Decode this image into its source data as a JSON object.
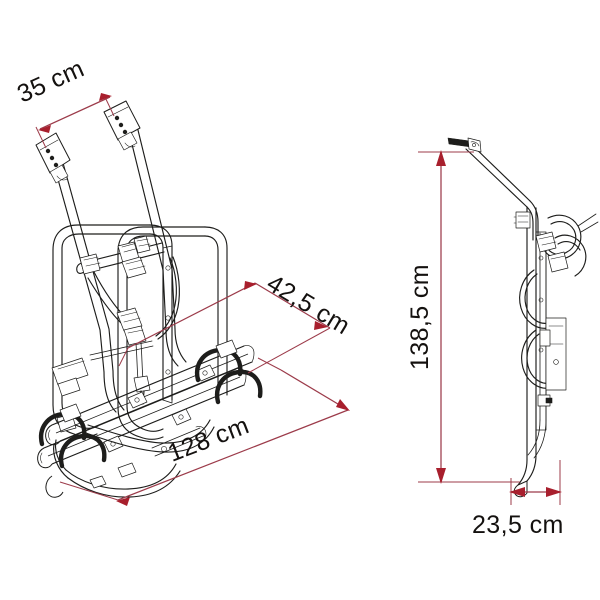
{
  "drawing": {
    "title": "Bike rack dimensional drawing",
    "background_color": "#ffffff",
    "line_color": "#1d1d1b",
    "dimension_color": "#9c3b4a",
    "arrow_color": "#a81f2d",
    "views": [
      {
        "name": "rear-perspective-view",
        "position": "left"
      },
      {
        "name": "side-elevation-view",
        "position": "right"
      }
    ]
  },
  "dimensions": {
    "width_top": {
      "label": "35 cm",
      "value": 35,
      "unit": "cm",
      "view": "rear-perspective-view",
      "orientation": "diagonal"
    },
    "depth": {
      "label": "42,5 cm",
      "value": 42.5,
      "unit": "cm",
      "view": "rear-perspective-view",
      "orientation": "diagonal"
    },
    "length": {
      "label": "128 cm",
      "value": 128,
      "unit": "cm",
      "view": "rear-perspective-view",
      "orientation": "diagonal"
    },
    "height": {
      "label": "138,5 cm",
      "value": 138.5,
      "unit": "cm",
      "view": "side-elevation-view",
      "orientation": "vertical"
    },
    "base_depth": {
      "label": "23,5 cm",
      "value": 23.5,
      "unit": "cm",
      "view": "side-elevation-view",
      "orientation": "horizontal"
    }
  }
}
